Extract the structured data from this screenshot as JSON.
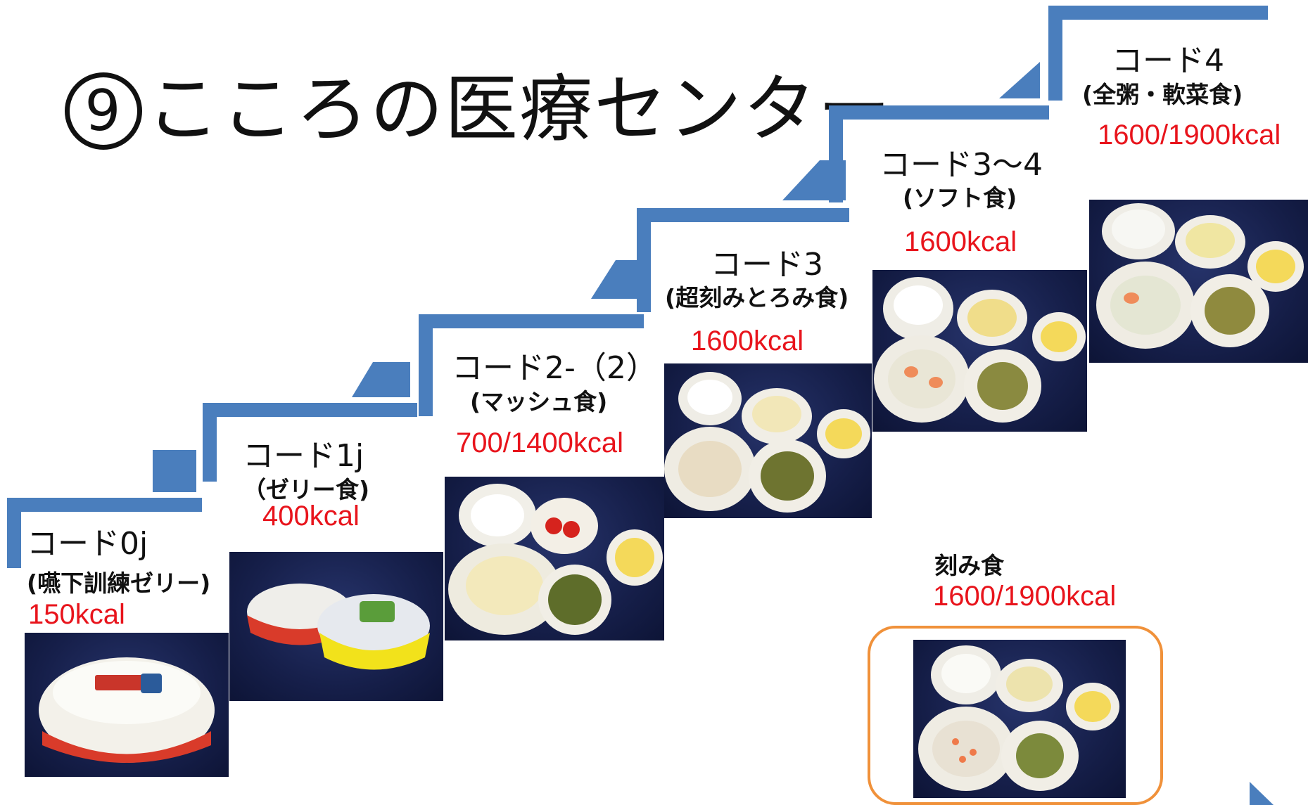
{
  "title": {
    "number": "9",
    "text": "こころの医療センター"
  },
  "accent_colors": {
    "stairs": "#4a7ebd",
    "kcal_text": "#e8141c",
    "highlight_border": "#f0913a"
  },
  "steps": [
    {
      "code": "コード0j",
      "description": "(嚥下訓練ゼリー)",
      "kcal": "150kcal",
      "photo": "engelead-jelly-cup"
    },
    {
      "code": "コード1j",
      "description": "（ゼリー食)",
      "kcal": "400kcal",
      "photo": "jelly-cups-pair"
    },
    {
      "code": "コード2-（2）",
      "description": "(マッシュ食)",
      "kcal": "700/1400kcal",
      "photo": "mashed-meal-tray"
    },
    {
      "code": "コード3",
      "description": "(超刻みとろみ食)",
      "kcal": "1600kcal",
      "photo": "ultra-minced-thickened-meal"
    },
    {
      "code": "コード3～4",
      "description": "(ソフト食)",
      "kcal": "1600kcal",
      "photo": "soft-meal-tray"
    },
    {
      "code": "コード4",
      "description": "(全粥・軟菜食)",
      "kcal": "1600/1900kcal",
      "photo": "rice-porridge-soft-meal"
    }
  ],
  "extra": {
    "label": "刻み食",
    "kcal": "1600/1900kcal",
    "photo": "minced-meal-tray"
  },
  "icons": {
    "next": "next-slide-arrow-icon"
  }
}
